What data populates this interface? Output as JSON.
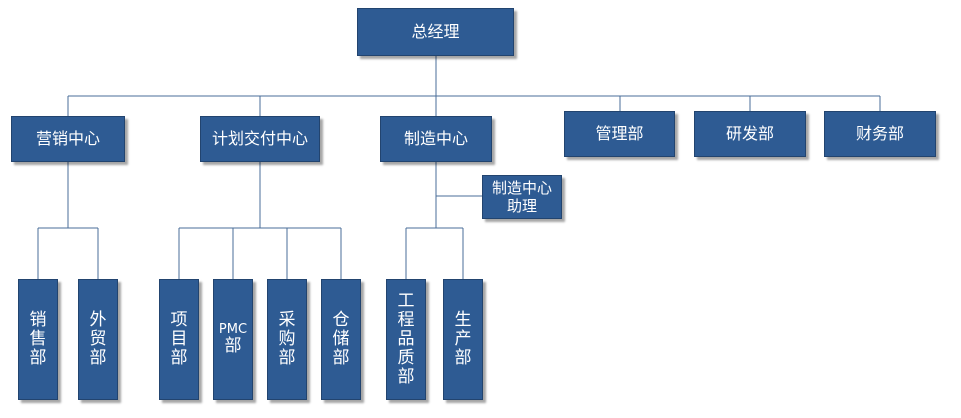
{
  "diagram": {
    "root": {
      "label": "总经理"
    },
    "level1": [
      {
        "id": "sales",
        "label": "营销中心"
      },
      {
        "id": "planning",
        "label": "计划交付中心"
      },
      {
        "id": "manufacturing",
        "label": "制造中心"
      },
      {
        "id": "management",
        "label": "管理部"
      },
      {
        "id": "rnd",
        "label": "研发部"
      },
      {
        "id": "finance",
        "label": "财务部"
      }
    ],
    "assistant": {
      "label_line1": "制造中心",
      "label_line2": "助理"
    },
    "sales_children": [
      {
        "id": "sales-dept",
        "label": "销售部"
      },
      {
        "id": "foreign-trade",
        "label": "外贸部"
      }
    ],
    "planning_children": [
      {
        "id": "project",
        "label": "项目部"
      },
      {
        "id": "pmc",
        "label_line1": "PMC",
        "label_line2": "部"
      },
      {
        "id": "procurement",
        "label": "采购部"
      },
      {
        "id": "warehouse",
        "label": "仓储部"
      }
    ],
    "manufacturing_children": [
      {
        "id": "engineering-quality",
        "label": "工程品质部"
      },
      {
        "id": "production",
        "label": "生产部"
      }
    ]
  },
  "colors": {
    "node_fill": "#2e5b93",
    "node_border": "#22446f",
    "node_text": "#ffffff",
    "connector": "#4a6d99"
  }
}
